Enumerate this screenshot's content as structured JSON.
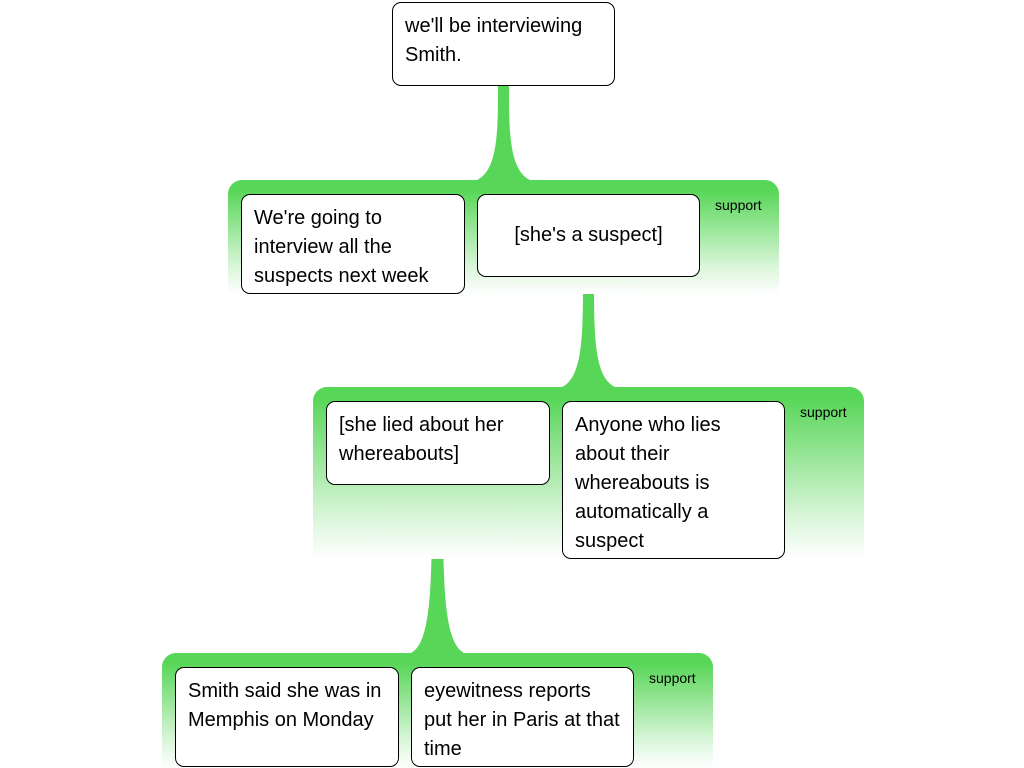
{
  "colors": {
    "group_fill": "#57d657",
    "connector": "#57d657"
  },
  "root": {
    "text": "we'll be interviewing Smith."
  },
  "groups": [
    {
      "label": "support",
      "premises": [
        {
          "text": "We're going to interview all the suspects next week"
        },
        {
          "text": "[she's a suspect]"
        }
      ]
    },
    {
      "label": "support",
      "premises": [
        {
          "text": "[she lied about her whereabouts]"
        },
        {
          "text": "Anyone who lies about their whereabouts is automatically a suspect"
        }
      ]
    },
    {
      "label": "support",
      "premises": [
        {
          "text": "Smith said she was in Memphis on Monday"
        },
        {
          "text": "eyewitness reports put her in Paris at that time"
        }
      ]
    }
  ]
}
